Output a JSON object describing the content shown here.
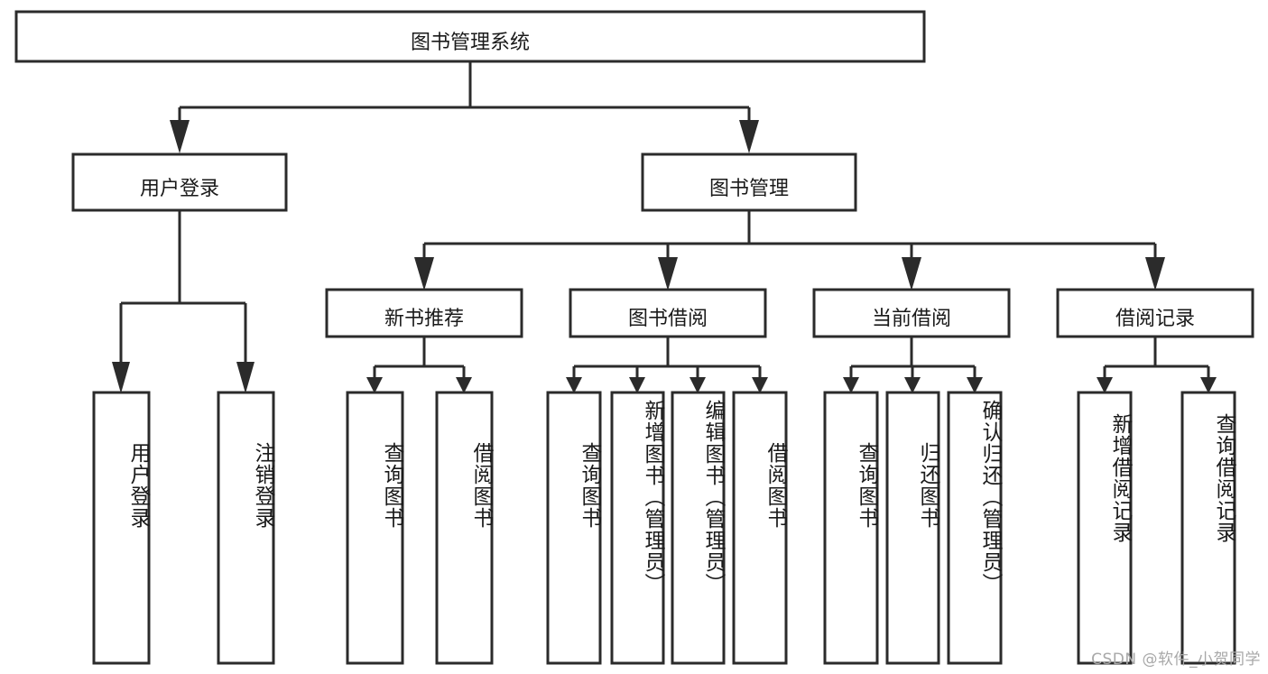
{
  "diagram": {
    "type": "tree-hierarchy-chart",
    "title": "图书管理系统",
    "watermark": "CSDN @软件_小贺同学",
    "colors": {
      "stroke": "#2b2b2b",
      "fill": "#ffffff",
      "text": "#1a1a1a",
      "watermark": "#a8a8a8"
    },
    "levels": {
      "root": {
        "label": "图书管理系统"
      },
      "level2": [
        {
          "id": "user-login",
          "label": "用户登录"
        },
        {
          "id": "book-management",
          "label": "图书管理"
        }
      ],
      "level3": [
        {
          "id": "new-book-recommend",
          "label": "新书推荐"
        },
        {
          "id": "book-borrow",
          "label": "图书借阅"
        },
        {
          "id": "current-borrow",
          "label": "当前借阅"
        },
        {
          "id": "borrow-record",
          "label": "借阅记录"
        }
      ],
      "leaves": {
        "user_login": [
          {
            "id": "leaf-user-login",
            "label": "用户登录"
          },
          {
            "id": "leaf-logout-login",
            "label": "注销登录"
          }
        ],
        "new_book_recommend": [
          {
            "id": "leaf-query-book-1",
            "label": "查询图书"
          },
          {
            "id": "leaf-borrow-book-1",
            "label": "借阅图书"
          }
        ],
        "book_borrow": [
          {
            "id": "leaf-query-book-2",
            "label": "查询图书"
          },
          {
            "id": "leaf-add-book",
            "label": "新增图书（管理员）"
          },
          {
            "id": "leaf-edit-book",
            "label": "编辑图书（管理员）"
          },
          {
            "id": "leaf-borrow-book-2",
            "label": "借阅图书"
          }
        ],
        "current_borrow": [
          {
            "id": "leaf-query-book-3",
            "label": "查询图书"
          },
          {
            "id": "leaf-return-book",
            "label": "归还图书"
          },
          {
            "id": "leaf-confirm-return",
            "label": "确认归还（管理员）"
          }
        ],
        "borrow_record": [
          {
            "id": "leaf-add-record",
            "label": "新增借阅记录"
          },
          {
            "id": "leaf-query-record",
            "label": "查询借阅记录"
          }
        ]
      }
    }
  }
}
